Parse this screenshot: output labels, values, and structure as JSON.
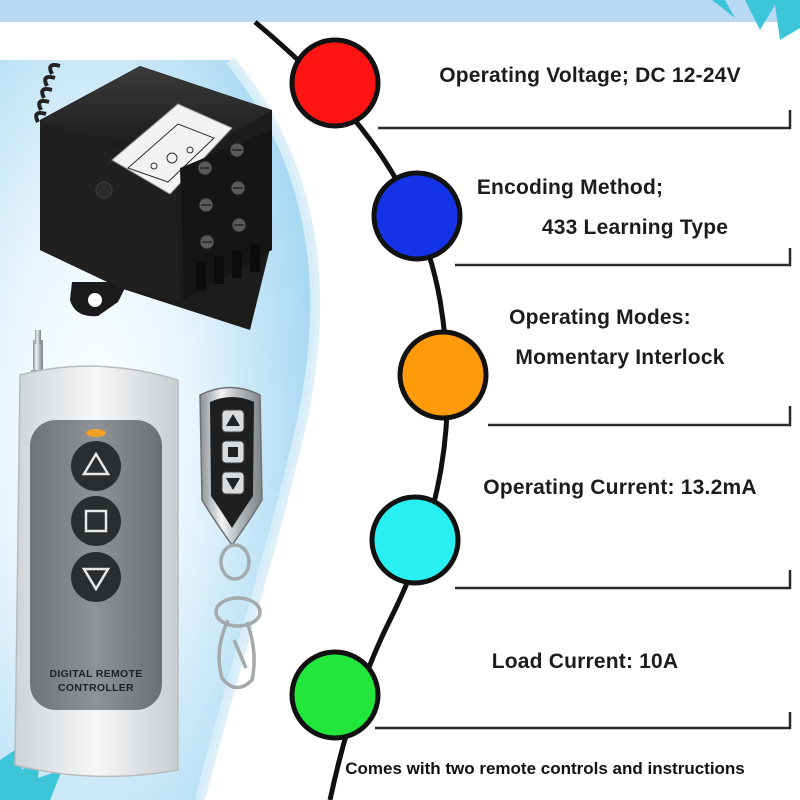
{
  "specs": [
    {
      "color": "#ff1414",
      "line1": "Operating Voltage; DC 12-24V",
      "line2": ""
    },
    {
      "color": "#1432e6",
      "line1": "Encoding Method;",
      "line2": "433 Learning Type"
    },
    {
      "color": "#ff9a0a",
      "line1": "Operating Modes:",
      "line2": "Momentary Interlock"
    },
    {
      "color": "#28f0f0",
      "line1": "Operating Current: 13.2mA",
      "line2": ""
    },
    {
      "color": "#22e63a",
      "line1": "Load Current: 10A",
      "line2": ""
    }
  ],
  "footer": "Comes with two remote controls and instructions",
  "remote_label_1": "DIGITAL REMOTE",
  "remote_label_2": "CONTROLLER",
  "colors": {
    "background_blue": "#bfe3f7",
    "top_bar": "#b9d9f5",
    "corner_splash": "#3cc4d8",
    "device_body": "#1a1a1a",
    "remote_body": "#e9ecee",
    "remote_panel": "#7f8588"
  },
  "icons": [
    "up-arrow-icon",
    "stop-square-icon",
    "down-arrow-icon",
    "corner-splash-icon"
  ]
}
